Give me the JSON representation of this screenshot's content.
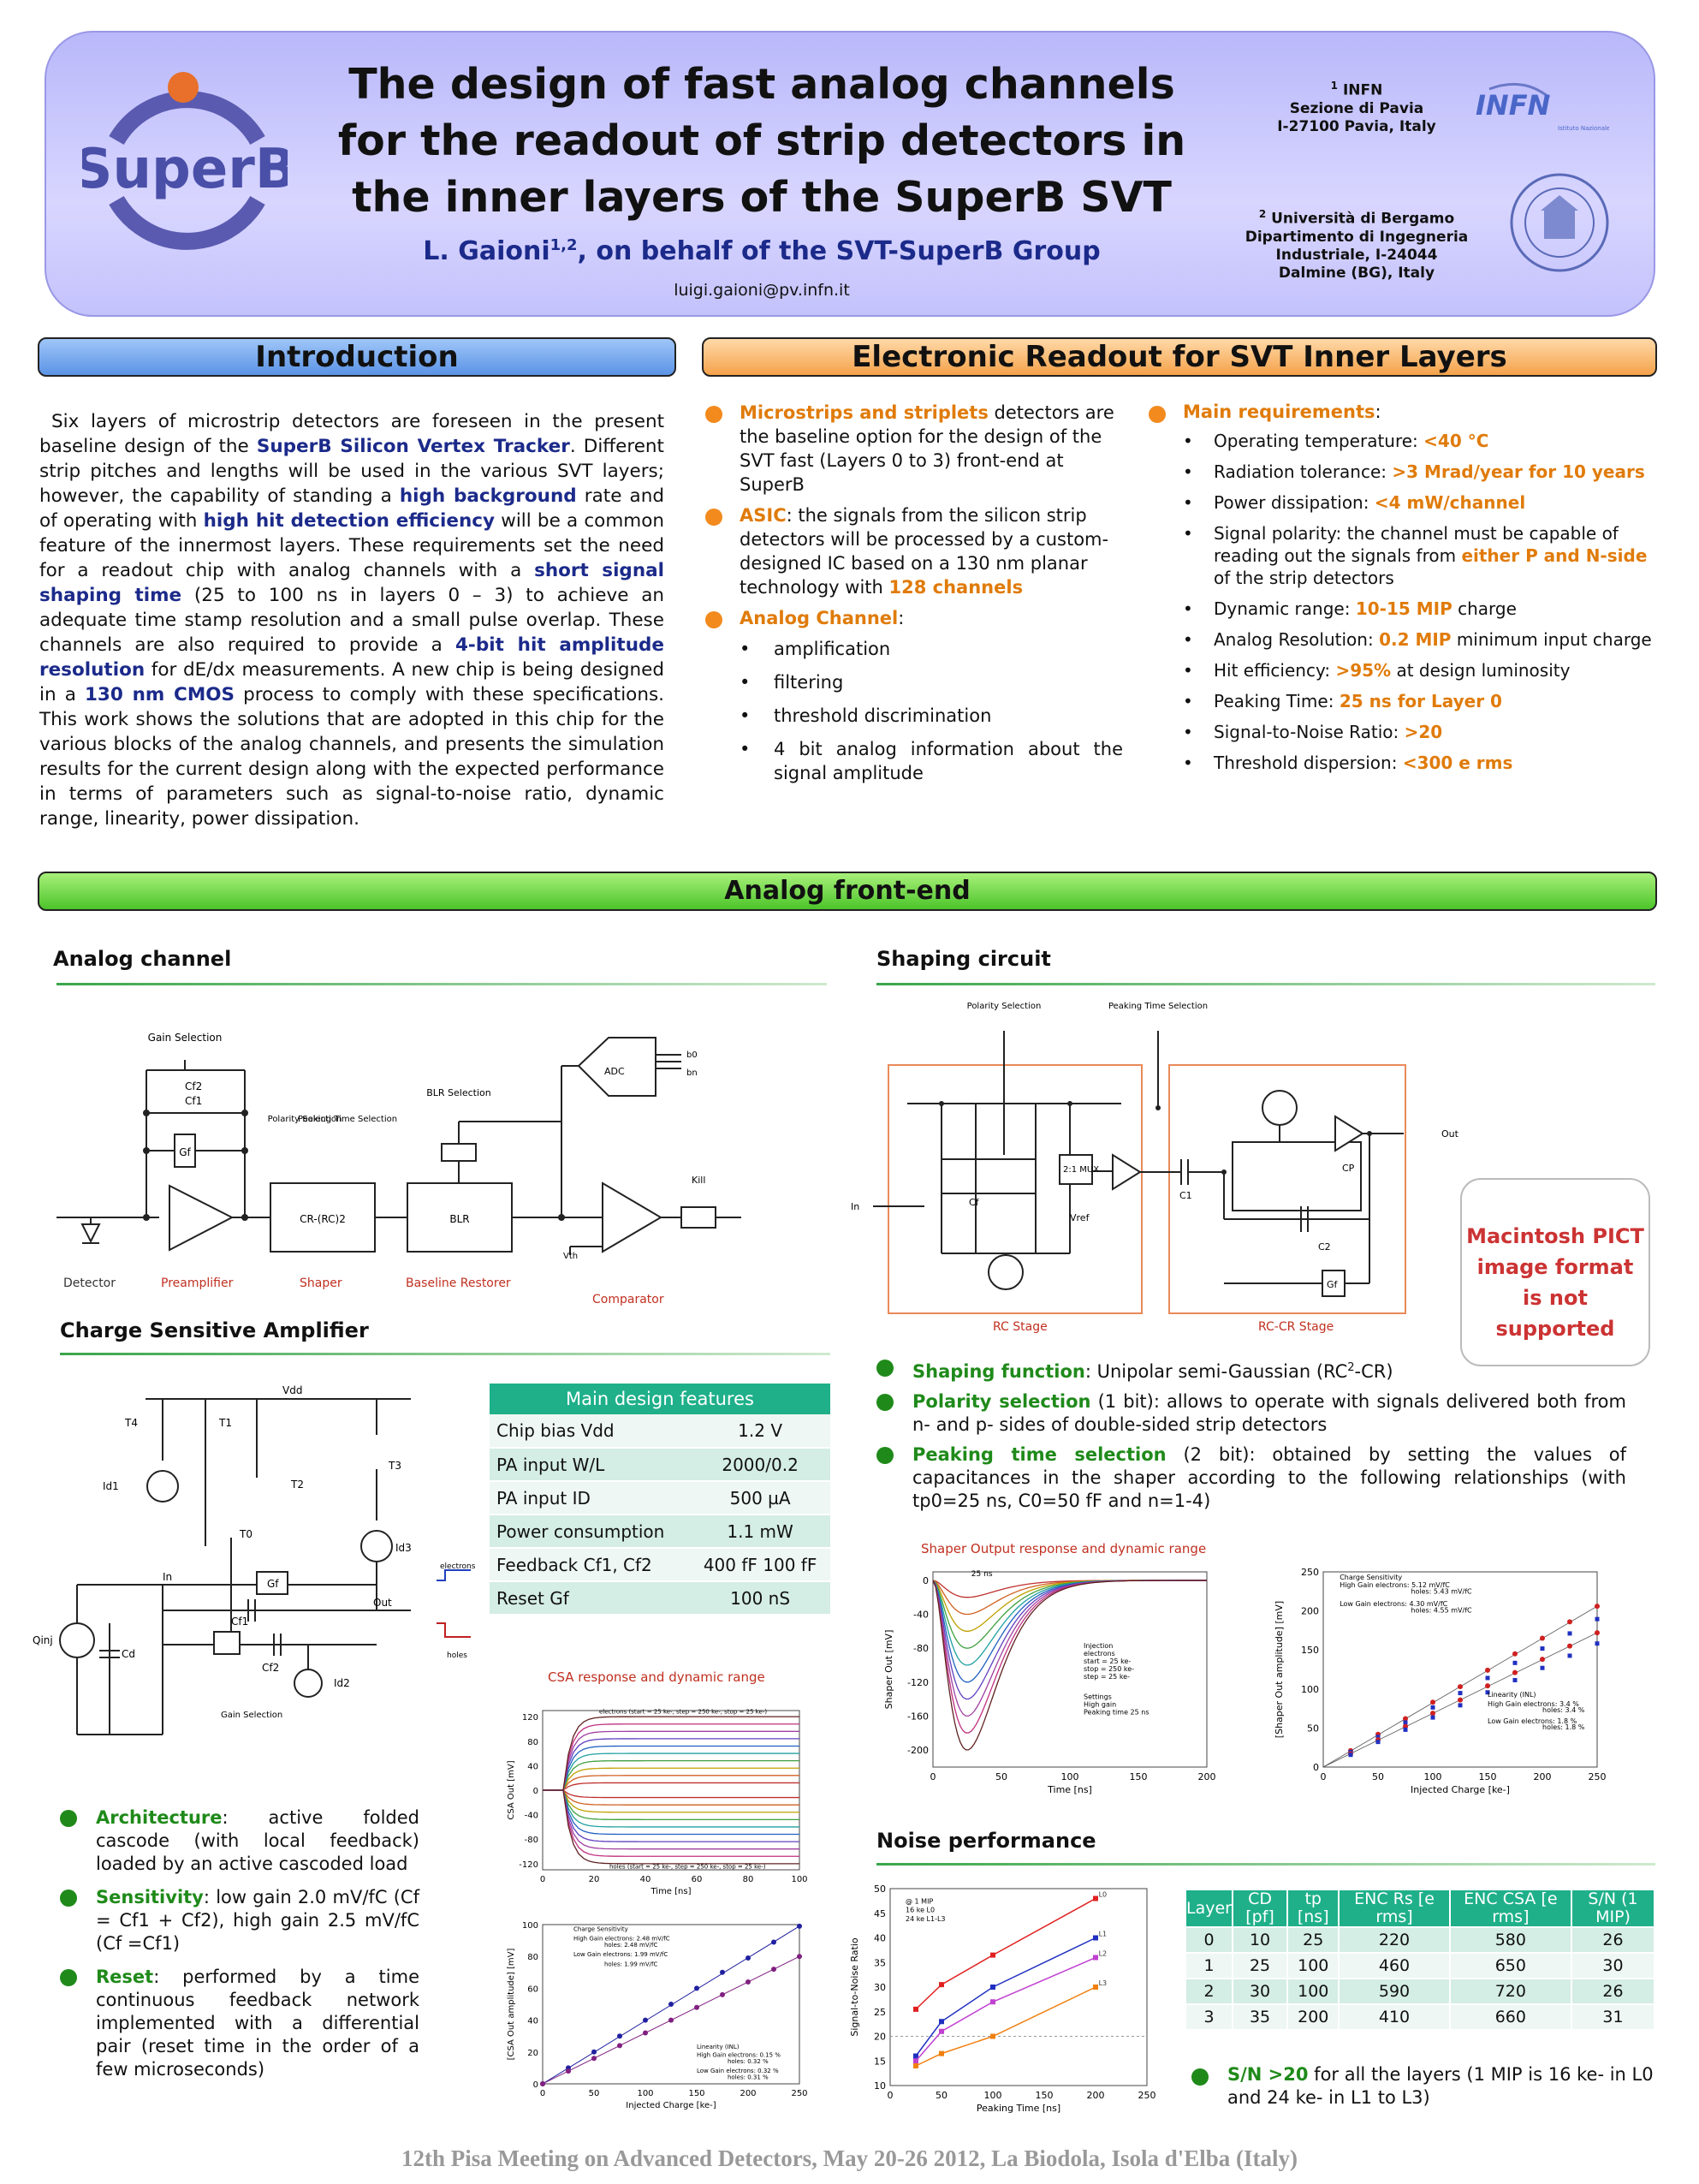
{
  "header": {
    "title_lines": [
      "The design of fast analog channels",
      "for the readout of strip detectors in",
      "the inner layers of the SuperB SVT"
    ],
    "author": "L. Gaioni",
    "author_sup": "1,2",
    "author_rest": ", on behalf of the SVT-SuperB Group",
    "email": "luigi.gaioni@pv.infn.it",
    "logo_text": "SuperB",
    "infn_logo": "INFN",
    "infn_sub": "Istituto Nazionale di Fisica Nucleare",
    "aff1": {
      "sup": "1",
      "lines": [
        "INFN",
        "Sezione di Pavia",
        "I-27100 Pavia, Italy"
      ]
    },
    "aff2": {
      "sup": "2",
      "lines": [
        "Università di Bergamo",
        "Dipartimento di Ingegneria",
        "Industriale, I-24044",
        "Dalmine (BG), Italy"
      ]
    }
  },
  "intro": {
    "heading": "Introduction",
    "t1": "Six layers of microstrip detectors are foreseen in the present baseline design of the ",
    "h1": "SuperB Silicon Vertex Tracker",
    "t2": ". Different strip pitches and lengths will be used in the various SVT layers; however, the capability of standing a ",
    "h2": "high background",
    "t3": " rate and of operating with ",
    "h3": "high hit detection efficiency",
    "t4": " will be a common feature of the innermost layers. These requirements set the need for a readout chip with analog channels with a ",
    "h4": "short signal shaping time",
    "t5": " (25 to 100 ns in layers 0 – 3) to achieve an adequate time stamp resolution and a small pulse overlap. These channels are also required to provide a ",
    "h5": "4-bit hit amplitude resolution",
    "t6": " for dE/dx measurements. A new chip is being designed in a ",
    "h6": "130 nm CMOS",
    "t7": " process to comply with these specifications. This work shows the solutions that are adopted in this chip for the various blocks of the analog channels, and presents the simulation results for the current design along with the expected performance in terms of parameters such as signal-to-noise ratio, dynamic range, linearity, power dissipation."
  },
  "readout": {
    "heading": "Electronic Readout for SVT Inner Layers",
    "b1_key": "Microstrips and striplets",
    "b1_text": " detectors are the baseline option for the design of the SVT fast (Layers 0 to 3) front-end at SuperB",
    "b2_key": "ASIC",
    "b2_text": ": the signals from the silicon strip detectors will be processed by a custom-designed IC based on a 130 nm planar technology with ",
    "b2_hl": "128 channels",
    "b3_key": "Analog Channel",
    "b3_colon": ":",
    "sub": [
      "amplification",
      "filtering",
      "threshold discrimination",
      "4 bit analog information about the signal amplitude"
    ],
    "req_key": "Main requirements",
    "req_colon": ":",
    "reqs": [
      {
        "label": "Operating temperature: ",
        "value": "<40 °C",
        "tail": ""
      },
      {
        "label": "Radiation tolerance: ",
        "value": ">3 Mrad/year for 10 years",
        "tail": ""
      },
      {
        "label": "Power dissipation: ",
        "value": "<4 mW/channel",
        "tail": ""
      },
      {
        "label": "Signal polarity: the channel must be capable of reading out the signals from ",
        "value": "either P and N-side",
        "tail": " of the strip detectors"
      },
      {
        "label": "Dynamic range: ",
        "value": "10-15 MIP",
        "tail": " charge"
      },
      {
        "label": "Analog Resolution: ",
        "value": "0.2 MIP",
        "tail": " minimum input charge"
      },
      {
        "label": "Hit efficiency: ",
        "value": ">95%",
        "tail": " at design luminosity"
      },
      {
        "label": "Peaking Time: ",
        "value": "25 ns for Layer 0",
        "tail": ""
      },
      {
        "label": "Signal-to-Noise Ratio: ",
        "value": ">20",
        "tail": ""
      },
      {
        "label": "Threshold dispersion: ",
        "value": "<300 e rms",
        "tail": ""
      }
    ]
  },
  "afe": {
    "heading": "Analog front-end",
    "analog_channel": "Analog channel",
    "shaping_circuit": "Shaping circuit",
    "csa": "Charge Sensitive Amplifier",
    "noise": "Noise performance",
    "ac_labels": {
      "detector": "Detector",
      "preamp": "Preamplifier",
      "shaper": "Shaper",
      "blr": "Baseline Restorer",
      "comp": "Comparator",
      "adc": "ADC",
      "gs": "Gain Selection",
      "ps": "Polarity Selection",
      "pts": "Peaking Time Selection",
      "blrs": "BLR Selection",
      "kill": "Kill",
      "crrc": "CR-(RC)2",
      "blrbox": "BLR",
      "gf": "Gf",
      "cf1": "Cf1",
      "cf2": "Cf2",
      "vth": "Vth",
      "b0": "b0",
      "bn": "bn"
    },
    "sc_labels": {
      "rc": "RC Stage",
      "rccr": "RC-CR Stage",
      "pol": "Polarity Selection",
      "pk": "Peaking Time Selection",
      "mux": "2:1 MUX",
      "in": "In",
      "out": "Out",
      "vref": "Vref",
      "cf": "Cf",
      "c1": "C1",
      "c2": "C2",
      "cp": "CP",
      "gf": "Gf"
    },
    "pict": [
      "Macintosh PICT",
      "image format",
      "is not supported"
    ],
    "csa_labels": {
      "vdd": "Vdd",
      "t0": "T0",
      "t1": "T1",
      "t2": "T2",
      "t3": "T3",
      "t4": "T4",
      "id1": "Id1",
      "id2": "Id2",
      "id3": "Id3",
      "in": "In",
      "out": "Out",
      "qinj": "Qinj",
      "cd": "Cd",
      "cf1": "Cf1",
      "cf2": "Cf2",
      "gf": "Gf",
      "gs": "Gain Selection",
      "el": "electrons",
      "ho": "holes"
    },
    "mdf_title": "Main design features",
    "mdf": [
      [
        "Chip bias Vdd",
        "1.2 V"
      ],
      [
        "PA input W/L",
        "2000/0.2"
      ],
      [
        "PA input ID",
        "500 µA"
      ],
      [
        "Power consumption",
        "1.1 mW"
      ],
      [
        "Feedback Cf1, Cf2",
        "400 fF 100 fF"
      ],
      [
        "Reset Gf",
        "100 nS"
      ]
    ],
    "shaping_bullets": [
      {
        "key": "Shaping function",
        "text": ": Unipolar semi-Gaussian (RC",
        "sup": "2",
        "tail": "-CR)"
      },
      {
        "key": "Polarity selection",
        "text": " (1 bit): allows to operate with signals delivered both from n- and p- sides of double-sided strip detectors",
        "sup": "",
        "tail": ""
      },
      {
        "key": "Peaking time selection",
        "text": " (2 bit): obtained by setting the values of capacitances in the shaper according to the following relationships (with tp0=25 ns, C0=50 fF and n=1-4)",
        "sup": "",
        "tail": ""
      }
    ],
    "csa_bullets": [
      {
        "key": "Architecture",
        "text": ": active folded cascode (with local feedback) loaded by an active cascoded load"
      },
      {
        "key": "Sensitivity",
        "text": ": low gain 2.0 mV/fC (Cf = Cf1 + Cf2), high gain 2.5 mV/fC (Cf =Cf1)"
      },
      {
        "key": "Reset",
        "text": ": performed by a time continuous feedback network implemented with a differential pair (reset time in the order of a few microseconds)"
      }
    ],
    "noise_table": {
      "headers": [
        "Layer",
        "CD [pf]",
        "tp [ns]",
        "ENC Rs [e rms]",
        "ENC CSA [e rms]",
        "S/N (1 MIP)"
      ],
      "rows": [
        [
          "0",
          "10",
          "25",
          "220",
          "580",
          "26"
        ],
        [
          "1",
          "25",
          "100",
          "460",
          "650",
          "30"
        ],
        [
          "2",
          "30",
          "100",
          "590",
          "720",
          "26"
        ],
        [
          "3",
          "35",
          "200",
          "410",
          "660",
          "31"
        ]
      ]
    },
    "sn_key": "S/N >20",
    "sn_text": " for all the layers (1 MIP is 16 ke- in L0 and 24 ke- in L1 to L3)"
  },
  "footer": "12th Pisa Meeting on Advanced Detectors, May 20-26 2012, La Biodola, Isola d'Elba (Italy)",
  "chart_data": [
    {
      "type": "line",
      "title": "CSA response and dynamic range",
      "xlabel": "Time [ns]",
      "ylabel": "CSA Out [mV]",
      "xlim": [
        0,
        100
      ],
      "ylim": [
        -130,
        130
      ],
      "xticks": [
        0,
        20,
        40,
        60,
        80,
        100
      ],
      "yticks": [
        -120,
        -80,
        -40,
        0,
        40,
        80,
        120
      ],
      "annotations": [
        "electrons (start = 25 ke-, step = 250 ke-, stop = 25 ke-)",
        "holes (start = 25 ke-, step = 250 ke-, stop = 25 ke-)"
      ],
      "series": [
        {
          "values": [
            12,
            24,
            36,
            48,
            60,
            72,
            84,
            96,
            108,
            120,
            -12,
            -24,
            -36,
            -48,
            -60,
            -72,
            -84,
            -96,
            -108,
            -120
          ]
        }
      ]
    },
    {
      "type": "scatter",
      "title": "",
      "xlabel": "Injected Charge [ke-]",
      "ylabel": "[CSA Out amplitude] [mV]",
      "xlim": [
        0,
        250
      ],
      "ylim": [
        0,
        100
      ],
      "xticks": [
        0,
        50,
        100,
        150,
        200,
        250
      ],
      "yticks": [
        0,
        20,
        40,
        60,
        80,
        100
      ],
      "annotations": [
        "Charge Sensitivity",
        "High Gain electrons: 2.48 mV/fC",
        "holes: 2.48 mV/fC",
        "Low Gain electrons: 1.99 mV/fC",
        "holes: 1.99 mV/fC",
        "Linearity (INL)",
        "High Gain electrons: 0.15 %",
        "holes: 0.32 %",
        "Low Gain electrons: 0.32 %",
        "holes: 0.31 %"
      ],
      "series": [
        {
          "x": [
            0,
            25,
            50,
            75,
            100,
            125,
            150,
            175,
            200,
            225,
            250
          ],
          "values": [
            0,
            10,
            20,
            30,
            40,
            50,
            60,
            70,
            79,
            89,
            99
          ]
        },
        {
          "x": [
            0,
            25,
            50,
            75,
            100,
            125,
            150,
            175,
            200,
            225,
            250
          ],
          "values": [
            0,
            8,
            16,
            24,
            32,
            40,
            48,
            56,
            64,
            72,
            80
          ]
        }
      ]
    },
    {
      "type": "line",
      "title": "Shaper Output response and dynamic range",
      "xlabel": "Time [ns]",
      "ylabel": "Shaper Out [mV]",
      "xlim": [
        0,
        200
      ],
      "ylim": [
        -220,
        10
      ],
      "xticks": [
        0,
        50,
        100,
        150,
        200
      ],
      "yticks": [
        0,
        -40,
        -80,
        -120,
        -160,
        -200
      ],
      "annotations": [
        "25 ns",
        "Injection",
        "electrons",
        "start = 25 ke-",
        "stop = 250 ke-",
        "step = 25 ke-",
        "Settings",
        "High gain",
        "Peaking time 25 ns"
      ],
      "series": [
        {
          "values": [
            -20,
            -40,
            -60,
            -80,
            -100,
            -120,
            -140,
            -160,
            -180,
            -200
          ]
        }
      ]
    },
    {
      "type": "scatter",
      "title": "",
      "xlabel": "Injected Charge [ke-]",
      "ylabel": "[Shaper Out amplitude] [mV]",
      "xlim": [
        0,
        250
      ],
      "ylim": [
        0,
        250
      ],
      "xticks": [
        0,
        50,
        100,
        150,
        200,
        250
      ],
      "yticks": [
        0,
        50,
        100,
        150,
        200,
        250
      ],
      "annotations": [
        "Charge Sensitivity",
        "High Gain electrons: 5.12 mV/fC",
        "holes: 5.43 mV/fC",
        "Low Gain electrons: 4.30 mV/fC",
        "holes: 4.55 mV/fC",
        "Linearity (INL)",
        "High Gain electrons: 3.4 %",
        "holes: 3.4 %",
        "Low Gain electrons: 1.8 %",
        "holes: 1.8 %"
      ],
      "series": [
        {
          "x": [
            25,
            50,
            75,
            100,
            125,
            150,
            175,
            200,
            225,
            250
          ],
          "values": [
            21,
            42,
            62,
            83,
            103,
            124,
            145,
            165,
            186,
            206
          ]
        },
        {
          "x": [
            25,
            50,
            75,
            100,
            125,
            150,
            175,
            200,
            225,
            250
          ],
          "values": [
            17,
            35,
            52,
            69,
            86,
            104,
            121,
            138,
            155,
            172
          ]
        }
      ]
    },
    {
      "type": "line",
      "title": "",
      "xlabel": "Peaking Time [ns]",
      "ylabel": "Signal-to-Noise Ratio",
      "xlim": [
        0,
        250
      ],
      "ylim": [
        10,
        50
      ],
      "xticks": [
        0,
        50,
        100,
        150,
        200,
        250
      ],
      "yticks": [
        10,
        15,
        20,
        25,
        30,
        35,
        40,
        45,
        50
      ],
      "annotations": [
        "@ 1 MIP",
        "16 ke L0",
        "24 ke L1-L3"
      ],
      "series": [
        {
          "name": "L0",
          "x": [
            25,
            50,
            100,
            200
          ],
          "values": [
            25.5,
            30.5,
            36.5,
            48
          ]
        },
        {
          "name": "L1",
          "x": [
            25,
            50,
            100,
            200
          ],
          "values": [
            16,
            23,
            30,
            40
          ]
        },
        {
          "name": "L2",
          "x": [
            25,
            50,
            100,
            200
          ],
          "values": [
            15,
            21,
            27,
            36
          ]
        },
        {
          "name": "L3",
          "x": [
            25,
            50,
            100,
            200
          ],
          "values": [
            14,
            16.5,
            20,
            30
          ]
        }
      ],
      "colors": [
        "#e02020",
        "#2030c0",
        "#c040d0",
        "#f08010"
      ]
    }
  ]
}
